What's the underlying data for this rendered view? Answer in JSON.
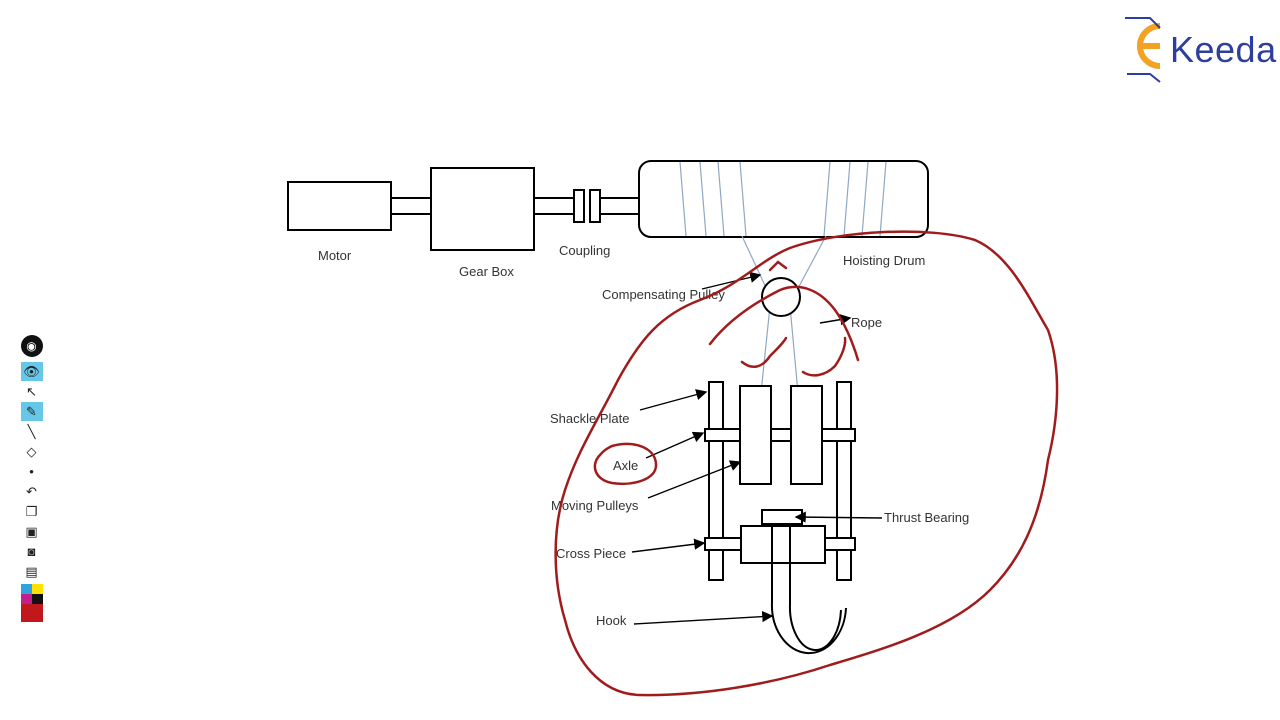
{
  "brand": {
    "name_suffix": "Keeda",
    "colors": {
      "blue": "#2c3e9e",
      "orange": "#f4a224"
    }
  },
  "labels": {
    "motor": "Motor",
    "gearbox": "Gear Box",
    "coupling": "Coupling",
    "drum": "Hoisting Drum",
    "comp_pulley": "Compensating Pulley",
    "rope": "Rope",
    "shackle": "Shackle Plate",
    "axle": "Axle",
    "moving_pulleys": "Moving Pulleys",
    "thrust_bearing": "Thrust Bearing",
    "cross_piece": "Cross Piece",
    "hook": "Hook"
  },
  "annotation": {
    "ink_color": "#a01c1c"
  },
  "toolbar": {
    "tools": [
      {
        "icon": "eye-icon",
        "glyph": "👁"
      },
      {
        "icon": "pointer-icon",
        "glyph": "↖"
      },
      {
        "icon": "highlighter-icon",
        "glyph": "✎"
      },
      {
        "icon": "line-icon",
        "glyph": "╲"
      },
      {
        "icon": "eraser-icon",
        "glyph": "◇"
      },
      {
        "icon": "dot-icon",
        "glyph": "•"
      },
      {
        "icon": "undo-icon",
        "glyph": "↶"
      },
      {
        "icon": "copy-icon",
        "glyph": "❐"
      },
      {
        "icon": "screen-icon",
        "glyph": "▣"
      },
      {
        "icon": "camera-icon",
        "glyph": "◙"
      },
      {
        "icon": "clipboard-icon",
        "glyph": "▤"
      }
    ],
    "palette": [
      "#2fa3e0",
      "#ffe000",
      "#c21f8c",
      "#111111"
    ],
    "current_color": "#c0181b"
  }
}
